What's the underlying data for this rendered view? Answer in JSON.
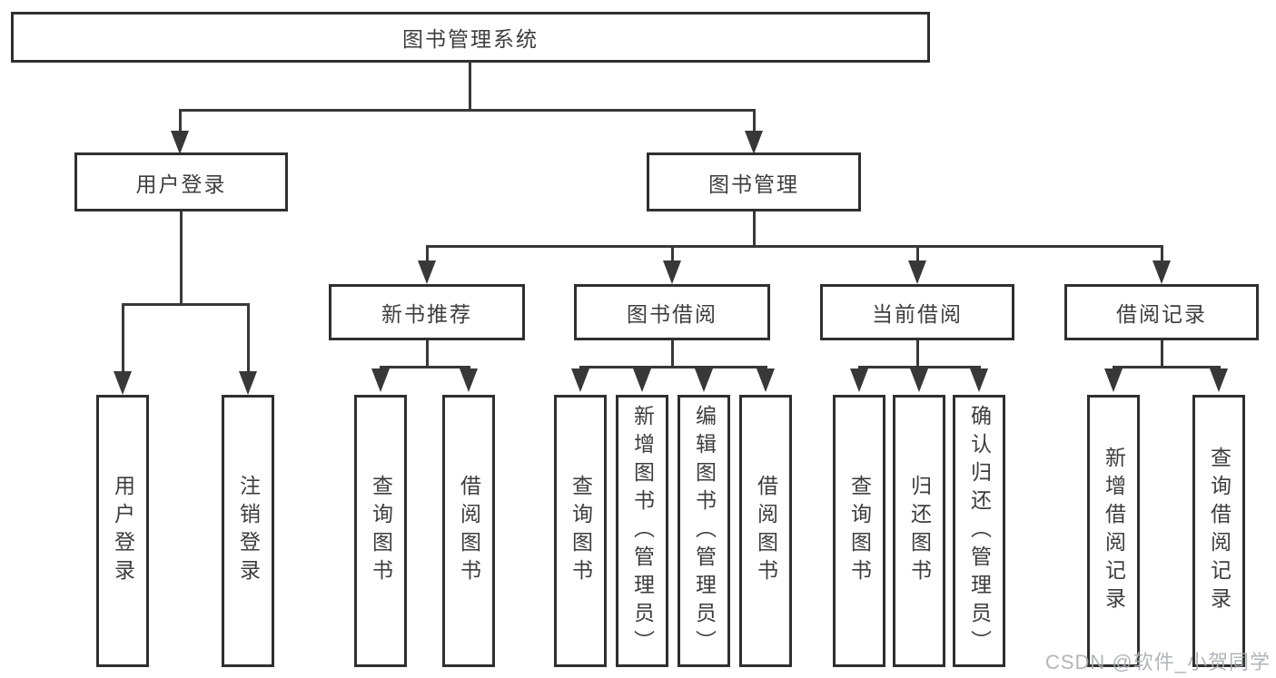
{
  "hierarchy": {
    "root": {
      "label": "图书管理系统",
      "children": [
        {
          "label": "用户登录",
          "children": [
            {
              "label": "用户登录"
            },
            {
              "label": "注销登录"
            }
          ]
        },
        {
          "label": "图书管理",
          "children": [
            {
              "label": "新书推荐",
              "children": [
                {
                  "label": "查询图书"
                },
                {
                  "label": "借阅图书"
                }
              ]
            },
            {
              "label": "图书借阅",
              "children": [
                {
                  "label": "查询图书"
                },
                {
                  "label": "新增图书（管理员）"
                },
                {
                  "label": "编辑图书（管理员）"
                },
                {
                  "label": "借阅图书"
                }
              ]
            },
            {
              "label": "当前借阅",
              "children": [
                {
                  "label": "查询图书"
                },
                {
                  "label": "归还图书"
                },
                {
                  "label": "确认归还（管理员）"
                }
              ]
            },
            {
              "label": "借阅记录",
              "children": [
                {
                  "label": "新增借阅记录"
                },
                {
                  "label": "查询借阅记录"
                }
              ]
            }
          ]
        }
      ]
    }
  },
  "watermark": {
    "text": "CSDN @软件_小贺同学"
  },
  "colors": {
    "line": "#383838",
    "box_border": "#2f2f2f",
    "text": "#3d3d3d",
    "background": "#ffffff",
    "watermark": "#a9adb3"
  }
}
